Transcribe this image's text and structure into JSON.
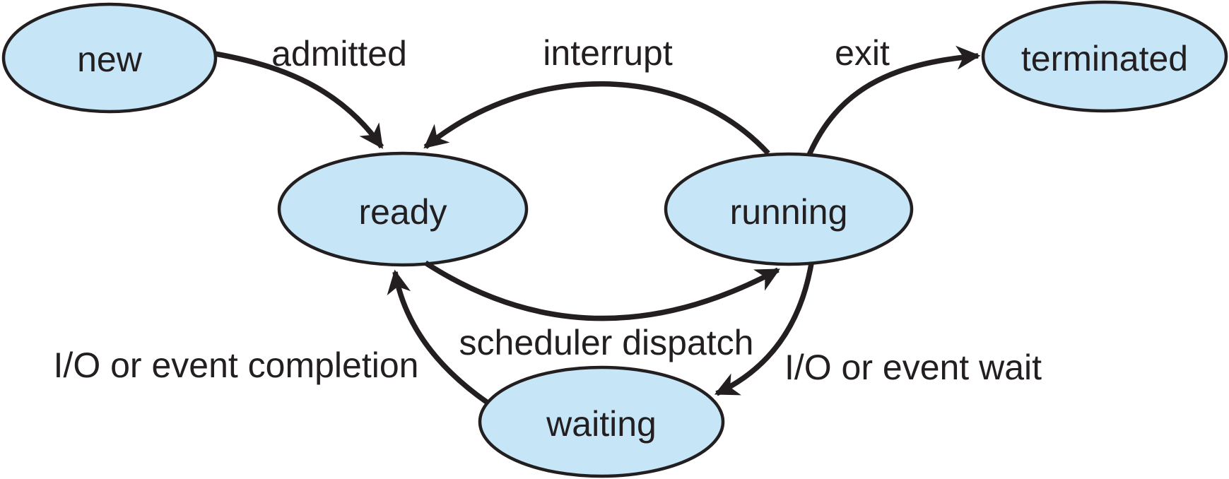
{
  "diagram": {
    "type": "process-state-diagram"
  },
  "colors": {
    "state_fill": "#c6e6f7",
    "ink": "#231f20",
    "background": "#ffffff"
  },
  "states": [
    {
      "id": "new",
      "label": "new"
    },
    {
      "id": "ready",
      "label": "ready"
    },
    {
      "id": "running",
      "label": "running"
    },
    {
      "id": "waiting",
      "label": "waiting"
    },
    {
      "id": "terminated",
      "label": "terminated"
    }
  ],
  "transitions": [
    {
      "label": "admitted",
      "from": "new",
      "to": "ready"
    },
    {
      "label": "interrupt",
      "from": "running",
      "to": "ready"
    },
    {
      "label": "exit",
      "from": "running",
      "to": "terminated"
    },
    {
      "label": "scheduler dispatch",
      "from": "ready",
      "to": "running"
    },
    {
      "label": "I/O or event wait",
      "from": "running",
      "to": "waiting"
    },
    {
      "label": "I/O or event completion",
      "from": "waiting",
      "to": "ready"
    }
  ]
}
